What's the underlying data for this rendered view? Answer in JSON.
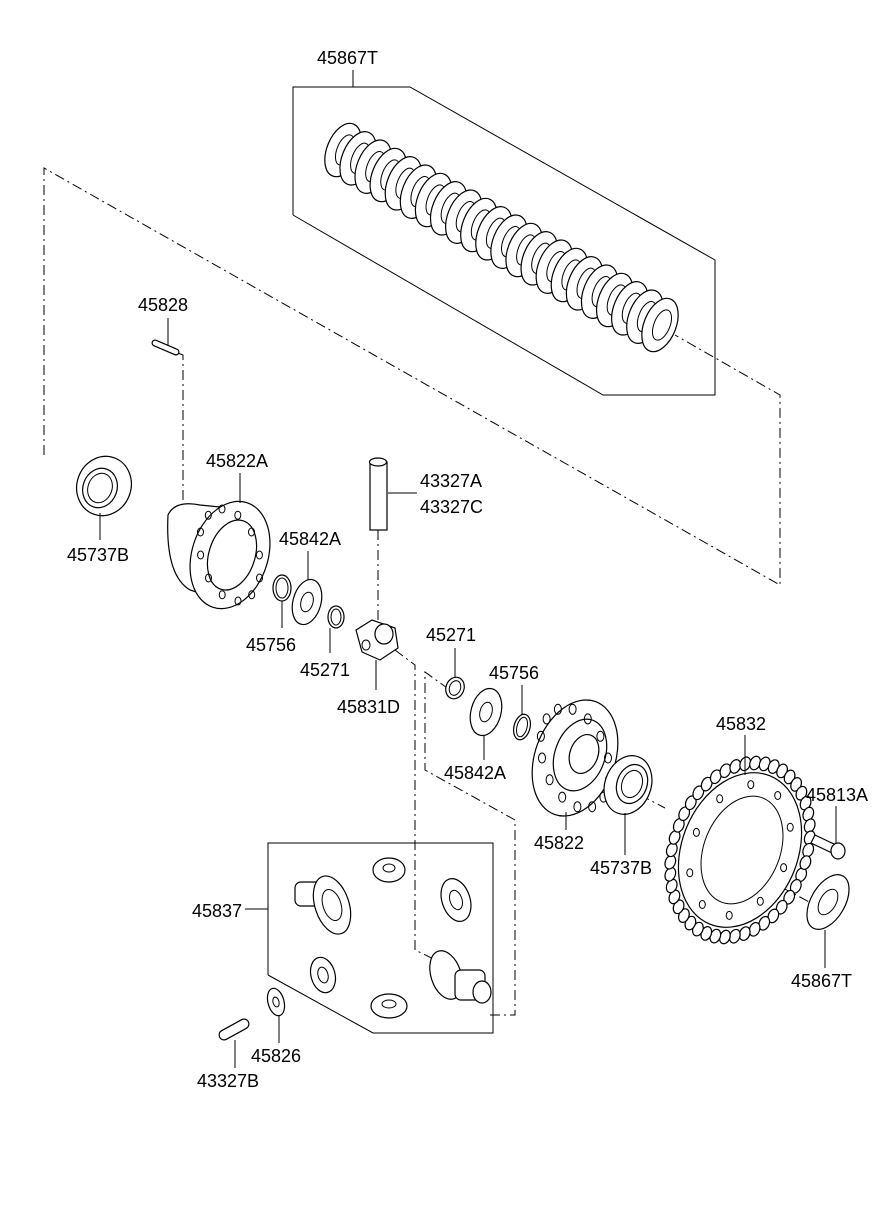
{
  "labels": [
    {
      "id": "l-45867T-top",
      "text": "45867T"
    },
    {
      "id": "l-45828",
      "text": "45828"
    },
    {
      "id": "l-45822A",
      "text": "45822A"
    },
    {
      "id": "l-43327A",
      "text": "43327A"
    },
    {
      "id": "l-43327C",
      "text": "43327C"
    },
    {
      "id": "l-45737B-left",
      "text": "45737B"
    },
    {
      "id": "l-45842A-top",
      "text": "45842A"
    },
    {
      "id": "l-45756-left",
      "text": "45756"
    },
    {
      "id": "l-45271-left",
      "text": "45271"
    },
    {
      "id": "l-45831D",
      "text": "45831D"
    },
    {
      "id": "l-45271-right",
      "text": "45271"
    },
    {
      "id": "l-45756-right",
      "text": "45756"
    },
    {
      "id": "l-45842A-bottom",
      "text": "45842A"
    },
    {
      "id": "l-45832",
      "text": "45832"
    },
    {
      "id": "l-45813A",
      "text": "45813A"
    },
    {
      "id": "l-45822",
      "text": "45822"
    },
    {
      "id": "l-45737B-right",
      "text": "45737B"
    },
    {
      "id": "l-45837",
      "text": "45837"
    },
    {
      "id": "l-45867T-bottom",
      "text": "45867T"
    },
    {
      "id": "l-45826",
      "text": "45826"
    },
    {
      "id": "l-43327B",
      "text": "43327B"
    }
  ]
}
